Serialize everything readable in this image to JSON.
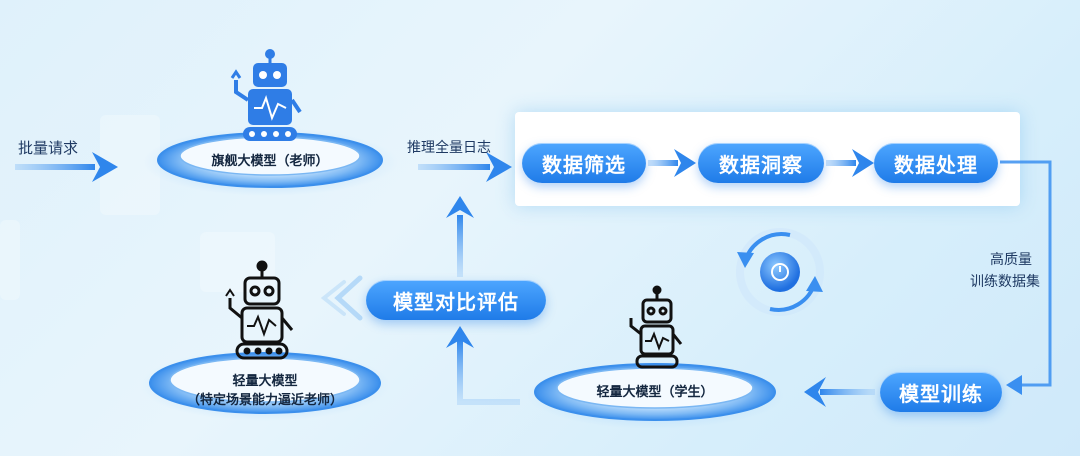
{
  "inputs": {
    "batch_request": "批量请求"
  },
  "teacher": {
    "label": "旗舰大模型（老师）"
  },
  "log": {
    "label": "推理全量日志"
  },
  "pipeline": {
    "step1": "数据筛选",
    "step2": "数据洞察",
    "step3": "数据处理"
  },
  "dataset": {
    "line1": "高质量",
    "line2": "训练数据集"
  },
  "train": {
    "label": "模型训练"
  },
  "student": {
    "label": "轻量大模型（学生）"
  },
  "evaluate": {
    "label": "模型对比评估"
  },
  "final": {
    "line1": "轻量大模型",
    "line2": "（特定场景能力逼近老师）"
  },
  "colors": {
    "accent": "#1f7be8",
    "arrow": "#3a8ff0",
    "robot_blue": "#2f7de6",
    "robot_dark": "#111111"
  }
}
